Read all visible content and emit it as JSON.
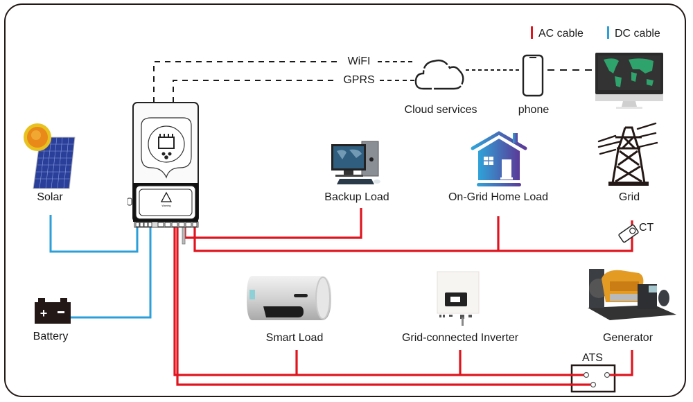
{
  "legend": {
    "ac": {
      "label": "AC cable",
      "color": "#e0141e"
    },
    "dc": {
      "label": "DC cable",
      "color": "#2b9fd9"
    }
  },
  "links": {
    "wifi": "WiFI",
    "gprs": "GPRS"
  },
  "nodes": {
    "solar": "Solar",
    "battery": "Battery",
    "cloud": "Cloud services",
    "phone": "phone",
    "monitor": "",
    "backup_load": "Backup Load",
    "home_load": "On-Grid Home Load",
    "grid": "Grid",
    "ct": "CT",
    "smart_load": "Smart Load",
    "grid_inverter": "Grid-connected Inverter",
    "generator": "Generator",
    "ats": "ATS"
  },
  "colors": {
    "ac": "#e0141e",
    "dc": "#2b9fd9",
    "outline": "#231815"
  }
}
